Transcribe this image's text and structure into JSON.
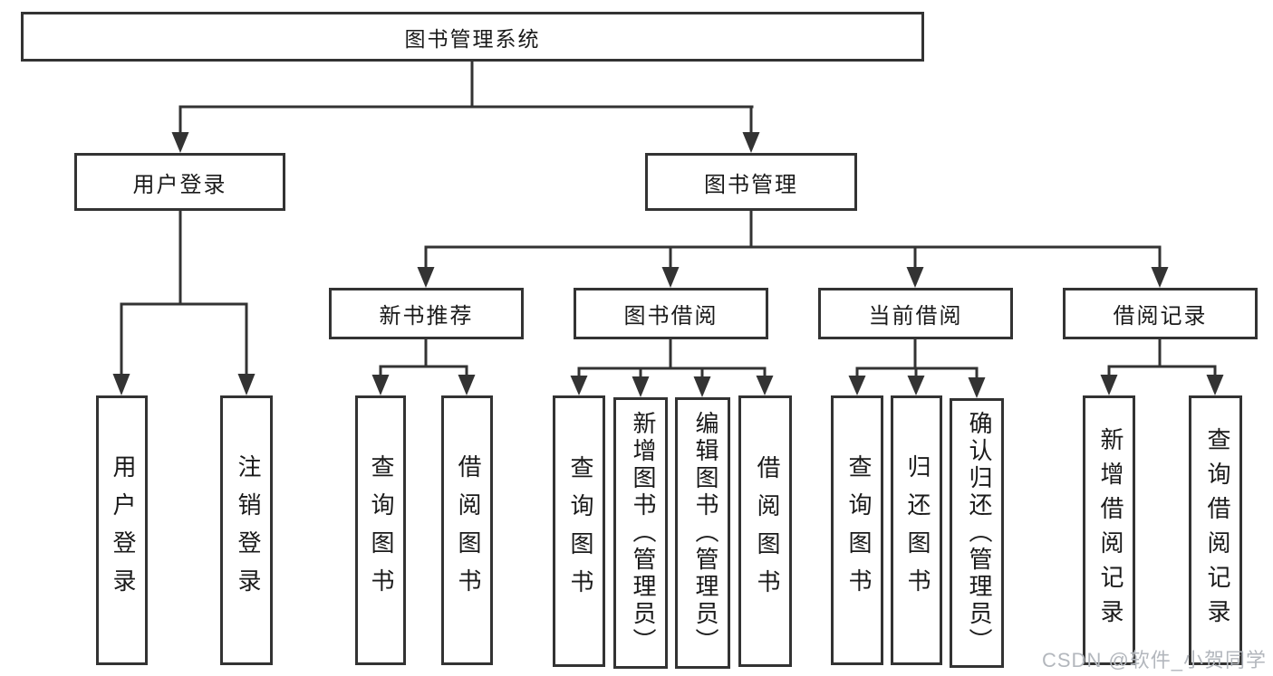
{
  "tree": {
    "label": "图书管理系统",
    "children": [
      {
        "label": "用户登录",
        "children": [
          {
            "label": "用户登录"
          },
          {
            "label": "注销登录"
          }
        ]
      },
      {
        "label": "图书管理",
        "children": [
          {
            "label": "新书推荐",
            "children": [
              {
                "label": "查询图书"
              },
              {
                "label": "借阅图书"
              }
            ]
          },
          {
            "label": "图书借阅",
            "children": [
              {
                "label": "查询图书"
              },
              {
                "label": "新增图书（管理员）"
              },
              {
                "label": "编辑图书（管理员）"
              },
              {
                "label": "借阅图书"
              }
            ]
          },
          {
            "label": "当前借阅",
            "children": [
              {
                "label": "查询图书"
              },
              {
                "label": "归还图书"
              },
              {
                "label": "确认归还（管理员）"
              }
            ]
          },
          {
            "label": "借阅记录",
            "children": [
              {
                "label": "新增借阅记录"
              },
              {
                "label": "查询借阅记录"
              }
            ]
          }
        ]
      }
    ]
  },
  "watermark": {
    "text": "CSDN @软件_小贺同学"
  },
  "colors": {
    "line": "#333333",
    "box_border": "#333333",
    "text": "#1a1a1a",
    "watermark": "#b3b7bd",
    "background": "#ffffff"
  }
}
